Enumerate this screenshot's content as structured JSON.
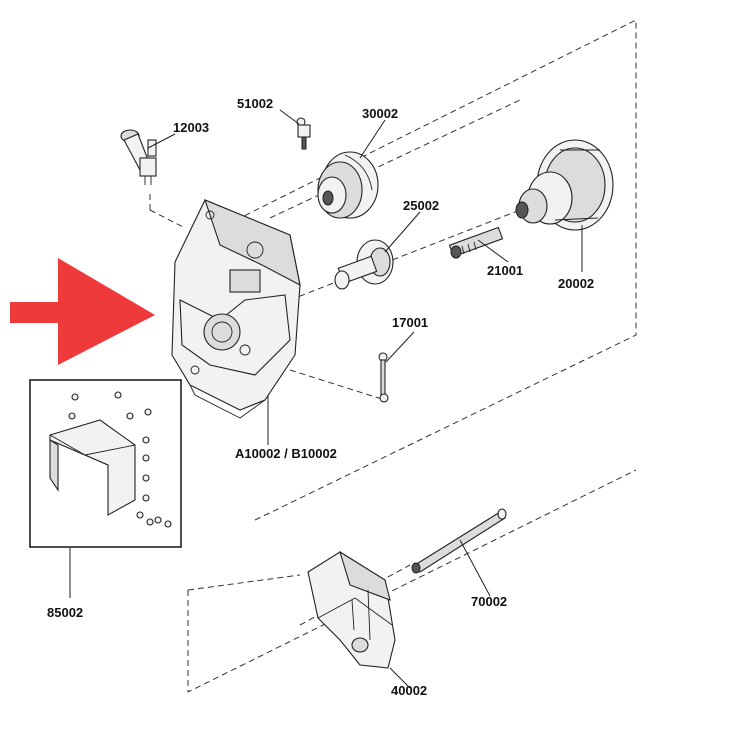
{
  "labels": {
    "p12003": "12003",
    "p51002": "51002",
    "p30002": "30002",
    "p25002": "25002",
    "p21001": "21001",
    "p20002": "20002",
    "p17001": "17001",
    "housing": "A10002 / B10002",
    "p85002": "85002",
    "p70002": "70002",
    "p40002": "40002"
  },
  "colors": {
    "arrow": "#ee3a3a",
    "line": "#222222"
  }
}
